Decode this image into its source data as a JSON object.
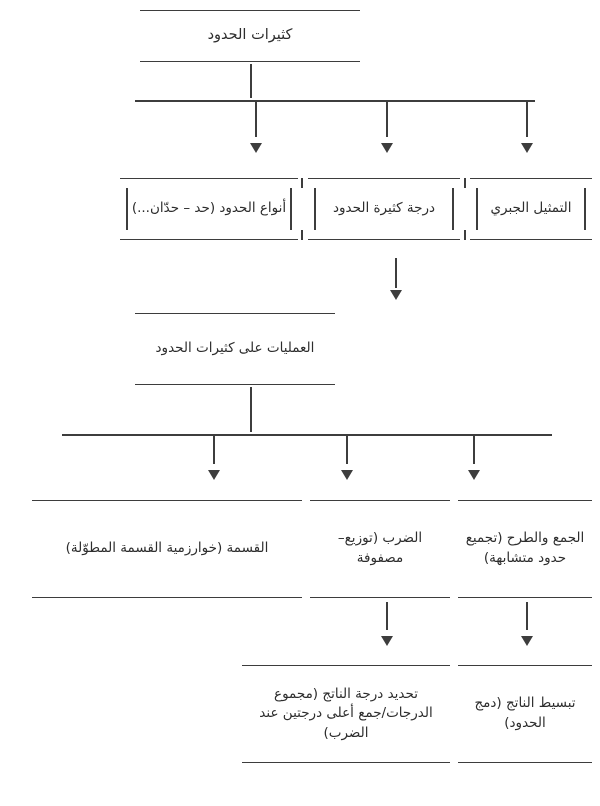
{
  "diagram": {
    "title_node": {
      "id": "polynomials-root",
      "label": "كثيرات الحدود"
    },
    "level2": [
      {
        "id": "algebraic-representation",
        "label": "التمثيل الجبري"
      },
      {
        "id": "polynomial-degree",
        "label": "درجة كثيرة الحدود"
      },
      {
        "id": "term-types",
        "label": "أنواع الحدود (حد – حدّان...)"
      }
    ],
    "level3": {
      "id": "operations-on-polynomials",
      "label": "العمليات على كثيرات الحدود"
    },
    "level4": [
      {
        "id": "addition-subtraction",
        "label": "الجمع والطرح (تجميع حدود متشابهة)"
      },
      {
        "id": "multiplication",
        "label": "الضرب (توزيع–مصفوفة"
      },
      {
        "id": "division",
        "label": "القسمة (خوارزمية القسمة المطوّلة)"
      }
    ],
    "level5": [
      {
        "id": "simplify-result",
        "label": "تبسيط الناتج (دمج الحدود)"
      },
      {
        "id": "determine-result-degree",
        "label": "تحديد درجة الناتج (مجموع الدرجات/جمع أعلى درجتين عند الضرب)"
      }
    ],
    "colors": {
      "line": "#3d3d3d",
      "text": "#2d2d2d",
      "background": "#ffffff"
    }
  }
}
